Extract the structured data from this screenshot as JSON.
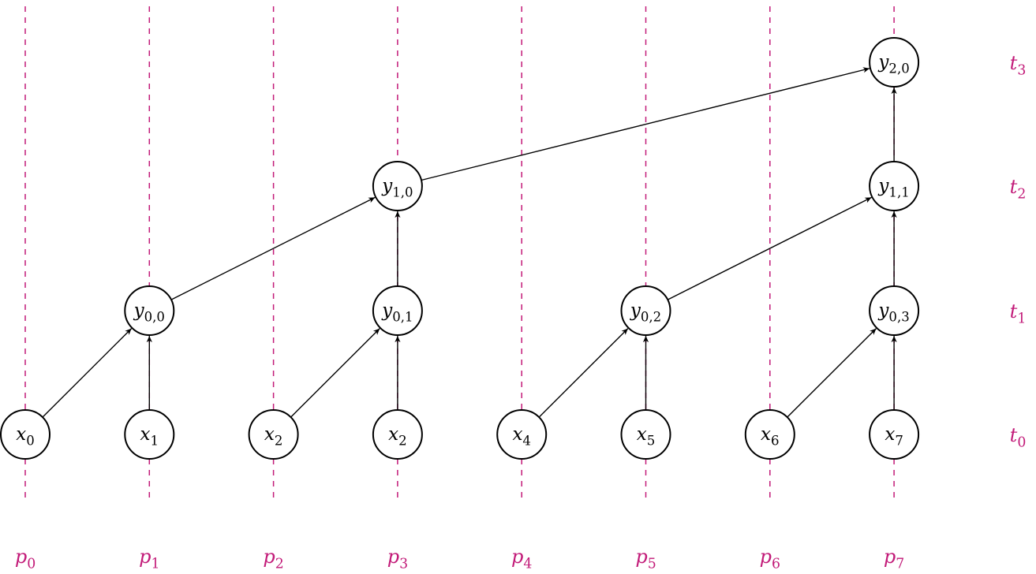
{
  "processors": [
    {
      "sym": "p",
      "sub": "0"
    },
    {
      "sym": "p",
      "sub": "1"
    },
    {
      "sym": "p",
      "sub": "2"
    },
    {
      "sym": "p",
      "sub": "3"
    },
    {
      "sym": "p",
      "sub": "4"
    },
    {
      "sym": "p",
      "sub": "5"
    },
    {
      "sym": "p",
      "sub": "6"
    },
    {
      "sym": "p",
      "sub": "7"
    }
  ],
  "time_steps": [
    {
      "sym": "t",
      "sub": "0"
    },
    {
      "sym": "t",
      "sub": "1"
    },
    {
      "sym": "t",
      "sub": "2"
    },
    {
      "sym": "t",
      "sub": "3"
    }
  ],
  "nodes": [
    {
      "id": "x0",
      "sym": "x",
      "sub": "0",
      "proc": 0,
      "time": 0
    },
    {
      "id": "x1",
      "sym": "x",
      "sub": "1",
      "proc": 1,
      "time": 0
    },
    {
      "id": "x2a",
      "sym": "x",
      "sub": "2",
      "proc": 2,
      "time": 0
    },
    {
      "id": "x2b",
      "sym": "x",
      "sub": "2",
      "proc": 3,
      "time": 0
    },
    {
      "id": "x4",
      "sym": "x",
      "sub": "4",
      "proc": 4,
      "time": 0
    },
    {
      "id": "x5",
      "sym": "x",
      "sub": "5",
      "proc": 5,
      "time": 0
    },
    {
      "id": "x6",
      "sym": "x",
      "sub": "6",
      "proc": 6,
      "time": 0
    },
    {
      "id": "x7",
      "sym": "x",
      "sub": "7",
      "proc": 7,
      "time": 0
    },
    {
      "id": "y00",
      "sym": "y",
      "sub": "0,0",
      "proc": 1,
      "time": 1
    },
    {
      "id": "y01",
      "sym": "y",
      "sub": "0,1",
      "proc": 3,
      "time": 1
    },
    {
      "id": "y02",
      "sym": "y",
      "sub": "0,2",
      "proc": 5,
      "time": 1
    },
    {
      "id": "y03",
      "sym": "y",
      "sub": "0,3",
      "proc": 7,
      "time": 1
    },
    {
      "id": "y10",
      "sym": "y",
      "sub": "1,0",
      "proc": 3,
      "time": 2
    },
    {
      "id": "y11",
      "sym": "y",
      "sub": "1,1",
      "proc": 7,
      "time": 2
    },
    {
      "id": "y20",
      "sym": "y",
      "sub": "2,0",
      "proc": 7,
      "time": 3
    }
  ],
  "edges": [
    [
      "x0",
      "y00"
    ],
    [
      "x1",
      "y00"
    ],
    [
      "x2a",
      "y01"
    ],
    [
      "x2b",
      "y01"
    ],
    [
      "x4",
      "y02"
    ],
    [
      "x5",
      "y02"
    ],
    [
      "x6",
      "y03"
    ],
    [
      "x7",
      "y03"
    ],
    [
      "y00",
      "y10"
    ],
    [
      "y01",
      "y10"
    ],
    [
      "y02",
      "y11"
    ],
    [
      "y03",
      "y11"
    ],
    [
      "y10",
      "y20"
    ],
    [
      "y11",
      "y20"
    ]
  ]
}
